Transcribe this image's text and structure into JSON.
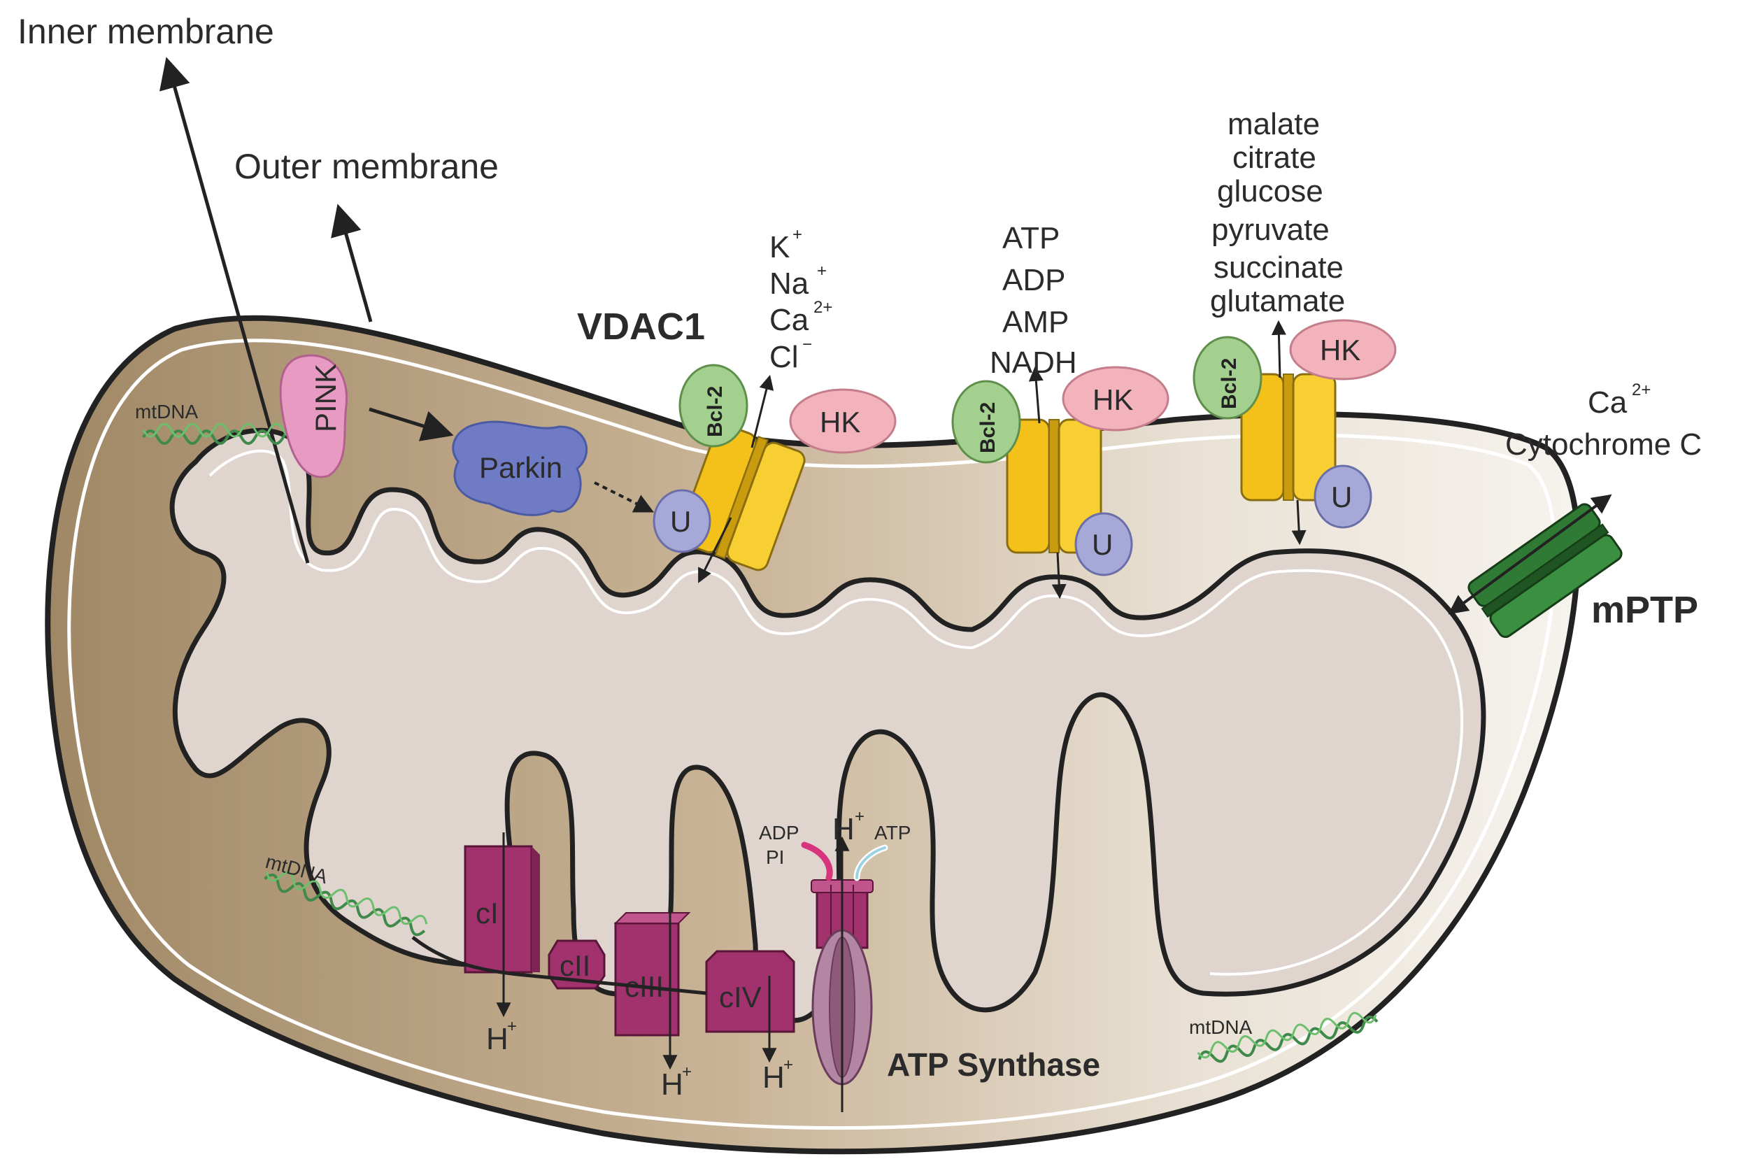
{
  "labels": {
    "inner_membrane": "Inner membrane",
    "outer_membrane": "Outer membrane",
    "vdac1": "VDAC1",
    "mptp": "mPTP",
    "atp_synthase": "ATP Synthase",
    "pink": "PINK",
    "parkin": "Parkin",
    "mtdna": "mtDNA",
    "hk": "HK",
    "bcl2": "Bcl-2",
    "u": "U",
    "ci": "cI",
    "cii": "cII",
    "ciii": "cIII",
    "civ": "cIV",
    "h": "H",
    "plus": "+",
    "adp_small": "ADP",
    "pi_small": "PI",
    "atp_small": "ATP"
  },
  "ions_vdac1": {
    "k": "K",
    "k_sup": "+",
    "na": "Na",
    "na_sup": "+",
    "ca": "Ca",
    "ca_sup": "2+",
    "cl": "Cl",
    "cl_sup": "−"
  },
  "nucleotides": [
    "ATP",
    "ADP",
    "AMP",
    "NADH"
  ],
  "metabolites": [
    "malate",
    "citrate",
    "glucose",
    "pyruvate",
    "succinate",
    "glutamate"
  ],
  "mptp_release": {
    "ca": "Ca",
    "ca_sup": "2+",
    "cyt": "Cytochrome C"
  },
  "colors": {
    "outer_dark": "#a8906f",
    "outer_light": "#f3efe9",
    "cristae_fill": "#e0d4cf",
    "membrane_stroke": "#222222",
    "vdac_yellow": "#f3c11a",
    "hk_pink": "#f2b3bd",
    "bcl2_green": "#a3d08f",
    "u_lavender": "#a6a8d8",
    "pink_protein": "#e79ac2",
    "parkin_blue": "#6f7bc4",
    "complex_magenta": "#a2326e",
    "mptp_green": "#2f7a34"
  }
}
